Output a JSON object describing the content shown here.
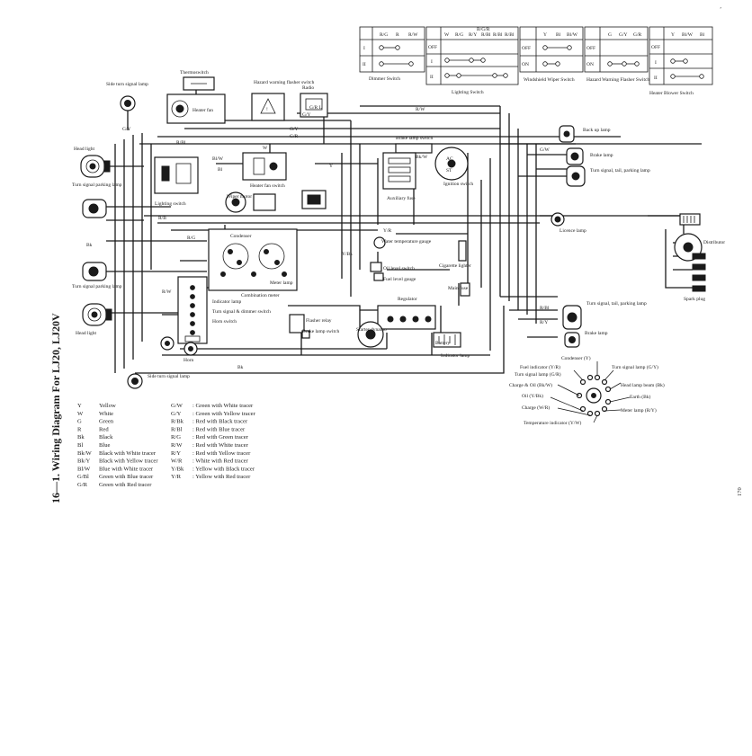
{
  "title": "16—1.  Wiring Diagram For LJ20, LJ20V",
  "page_number": "170",
  "corner_mark": "’",
  "switch_tables": [
    {
      "name": "Dimmer Switch",
      "header": [
        "R/G",
        "R",
        "R/W"
      ],
      "rows": [
        "I",
        "II"
      ]
    },
    {
      "name": "Lighting Switch",
      "header": [
        "W",
        "R/G",
        "R/Y",
        "R/Bl",
        "R/Bl",
        "R/Bl"
      ],
      "rows": [
        "OFF",
        "I",
        "II"
      ]
    },
    {
      "name": "Windshield Wiper Switch",
      "header": [
        "Y",
        "Bl",
        "Bl/W"
      ],
      "rows": [
        "OFF",
        "ON"
      ]
    },
    {
      "name": "Hazard Warning Flasher Switch",
      "header": [
        "G",
        "G/Y",
        "G/R"
      ],
      "rows": [
        "OFF",
        "ON"
      ]
    },
    {
      "name": "Heater Blower Switch",
      "header": [
        "Y",
        "Bl/W",
        "Bl"
      ],
      "rows": [
        "OFF",
        "I",
        "II"
      ]
    }
  ],
  "components": {
    "thermoswitch": "Thermoswitch",
    "side_turn_signal_lamp_top": "Side turn signal lamp",
    "hazard_warning_flasher_switch": "Hazard warning flasher switch",
    "radio": "Radio",
    "heater_fan": "Heater fan",
    "head_light_top": "Head light",
    "turn_signal_parking_lamp_top": "Turn signal parking lamp",
    "lighting_switch": "Lighting switch",
    "wiper_motor": "Wiper motor",
    "heater_fan_switch": "Heater fan switch",
    "brake_lamp_switch_top": "Brake lamp switch",
    "auxiliary_fuse": "Auxiliary fuse",
    "ignition_switch": "Ignition switch",
    "back_up_lamp": "Back up lamp",
    "brake_lamp_top": "Brake lamp",
    "turn_signal_tail_parking_lamp_top": "Turn signal, tail, parking lamp",
    "licence_lamp": "Licence lamp",
    "distributor": "Distributor",
    "spark_plug": "Spark plug",
    "condenser": "Condenser",
    "water_temperature_gauge": "Water temperature gauge",
    "oil_level_switch": "Oil level switch",
    "fuel_level_gauge": "Fuel level gauge",
    "meter_lamp": "Meter lamp",
    "cigarette_lighter": "Cigarette lighter",
    "main_fuse": "Main fuse",
    "combination_meter": "Combination meter",
    "turn_signal_dimmer_switch": "Turn signal & dimmer switch",
    "indicator_lamp": "Indicator lamp",
    "horn_switch": "Horn switch",
    "flasher_relay": "Flasher relay",
    "brake_lamp_switch": "Brake lamp switch",
    "regulator": "Regulator",
    "starter_dynamo": "Starter dynamo",
    "battery": "Battery",
    "indicator_lamp_bottom": "Indicator lamp",
    "turn_signal_tail_parking_lamp_bottom": "Turn signal, tail, parking lamp",
    "brake_lamp_bottom": "Brake lamp",
    "turn_signal_parking_lamp_bottom": "Turn signal parking lamp",
    "head_light_bottom": "Head light",
    "horn": "Horn",
    "side_turn_signal_lamp_bottom": "Side turn signal lamp"
  },
  "wire_labels": {
    "gy": "G/Y",
    "rbl_top": "R/Bl",
    "gy2": "G/Y",
    "gr": "G/R",
    "gy3": "G/Y",
    "grl": "G/R L",
    "rw_main": "R/W",
    "w": "W",
    "blw": "Bl/W",
    "bl": "Bl",
    "y": "Y",
    "bkw": "Bk/W",
    "bk": "Bk",
    "rb": "R/B",
    "rg": "R/G",
    "yr": "Y/R",
    "ybk": "Y/Bk",
    "gw": "G/W",
    "rw": "R/W",
    "bbk": "Bk",
    "rbl": "R/Bl",
    "ry": "R/Y",
    "bgr": "B/G/R"
  },
  "legend_left": [
    {
      "code": "Y",
      "name": "Yellow"
    },
    {
      "code": "W",
      "name": "White"
    },
    {
      "code": "G",
      "name": "Green"
    },
    {
      "code": "R",
      "name": "Red"
    },
    {
      "code": "Bk",
      "name": "Black"
    },
    {
      "code": "Bl",
      "name": "Blue"
    },
    {
      "code": "Bk/W",
      "name": "Black with White tracer"
    },
    {
      "code": "Bk/Y",
      "name": "Black with Yellow tracer"
    },
    {
      "code": "Bl/W",
      "name": "Blue with White tracer"
    },
    {
      "code": "G/Bl",
      "name": "Green with Blue tracer"
    },
    {
      "code": "G/R",
      "name": "Green with Red tracer"
    }
  ],
  "legend_right": [
    {
      "code": "G/W",
      "name": ": Green with White tracer"
    },
    {
      "code": "G/Y",
      "name": ": Green with Yellow tracer"
    },
    {
      "code": "R/Bk",
      "name": ": Red with Black tracer"
    },
    {
      "code": "R/Bl",
      "name": ": Red with Blue tracer"
    },
    {
      "code": "R/G",
      "name": ": Red with Green tracer"
    },
    {
      "code": "R/W",
      "name": ": Red with White tracer"
    },
    {
      "code": "R/Y",
      "name": ": Red with Yellow tracer"
    },
    {
      "code": "W/R",
      "name": ": White with Red tracer"
    },
    {
      "code": "Y/Bk",
      "name": ": Yellow with Black tracer"
    },
    {
      "code": "Y/R",
      "name": ": Yellow with Red tracer"
    }
  ],
  "meter_connector": {
    "condenser": "Condenser (Y)",
    "fuel_indicator": "Fuel indicator (Y/R)",
    "turn_signal_lamp_gr": "Turn signal lamp (G/R)",
    "turn_signal_lamp_gy": "Turn signal lamp (G/Y)",
    "charge_oil": "Charge & Oil (Bk/W)",
    "head_lamp_beam": "Head lamp beam (Bk)",
    "oil": "Oil (Y/Bk)",
    "earth": "Earth (Bk)",
    "charge": "Charge (W/R)",
    "meter_lamp": "Meter lamp (R/Y)",
    "temperature_indicator": "Temperature indicator (Y/W)"
  }
}
